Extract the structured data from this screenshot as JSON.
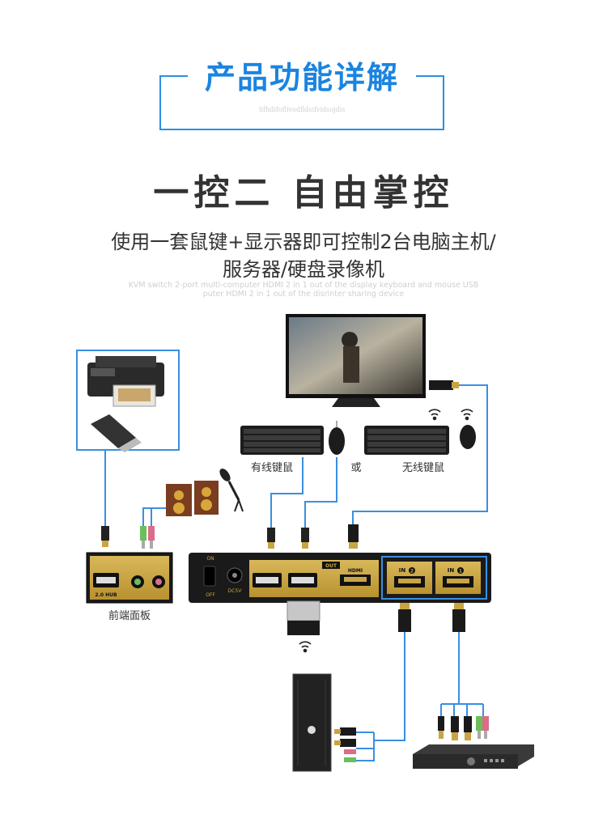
{
  "header": {
    "title": "产品功能详解",
    "subtitle": "Sfhdifoflivodfldsifvidsojdis"
  },
  "headline": "一控二 自由掌控",
  "description": {
    "line1": "使用一套鼠键+显示器即可控制2台电脑主机/",
    "line2": "服务器/硬盘录像机"
  },
  "english_description": {
    "line1": "KVM switch 2-port multi-computer HDMI 2 in 1 out of the display keyboard and mouse USB",
    "line2": "puter HDMI 2 in 1 out of the disrinter sharing device"
  },
  "labels": {
    "wired_km": "有线键鼠",
    "or": "或",
    "wireless_km": "无线键鼠",
    "front_panel": "前端面板"
  },
  "front_panel_text": {
    "hub": "2.0 HUB"
  },
  "back_panel_text": {
    "on": "ON",
    "off": "OFF",
    "dc": "DC5V",
    "out": "OUT",
    "hdmi": "HDMI",
    "in2": "IN",
    "in1": "IN",
    "in2_num": "2",
    "in1_num": "1"
  },
  "colors": {
    "accent_blue": "#2d8ee6",
    "cable_blue": "#3a8fe0",
    "gold": "#c9a443",
    "device_black": "#1a1a1a"
  }
}
